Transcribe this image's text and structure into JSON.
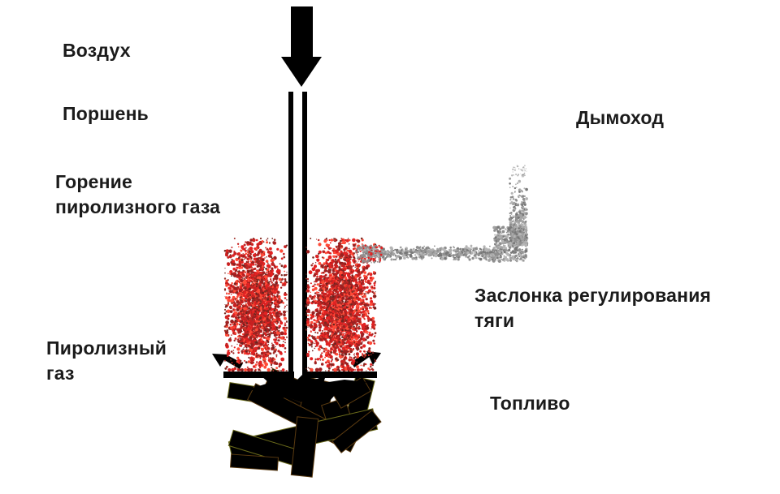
{
  "diagram": {
    "labels": {
      "air": "Воздух",
      "piston": "Поршень",
      "combustion_line1": "Горение",
      "combustion_line2": "пиролизного газа",
      "pyrolysis_gas_line1": "Пиролизный",
      "pyrolysis_gas_line2": "газ",
      "chimney": "Дымоход",
      "damper_line1": "Заслонка регулирования",
      "damper_line2": "тяги",
      "fuel": "Топливо"
    },
    "icons": {
      "air_flow_arrow": "thick-down-arrow"
    },
    "colors": {
      "air_arrow": "#1e78d8",
      "air_arrow_edge": "#15509c",
      "flame": "#e32222",
      "flame_dark": "#7c2a22",
      "burst": "#ee1111",
      "smoke": "#8f8f8f",
      "pipe": "#6b6b6b",
      "wall": "#8a8a8a",
      "duct": "#9a9a9a",
      "box": "#9b9b9b",
      "wood_olive": "#9aa02c",
      "wood_brown": "#8e5712",
      "wood_brown_dark": "#74450e",
      "leader": "#474747",
      "text": "#1b1b1b"
    }
  }
}
